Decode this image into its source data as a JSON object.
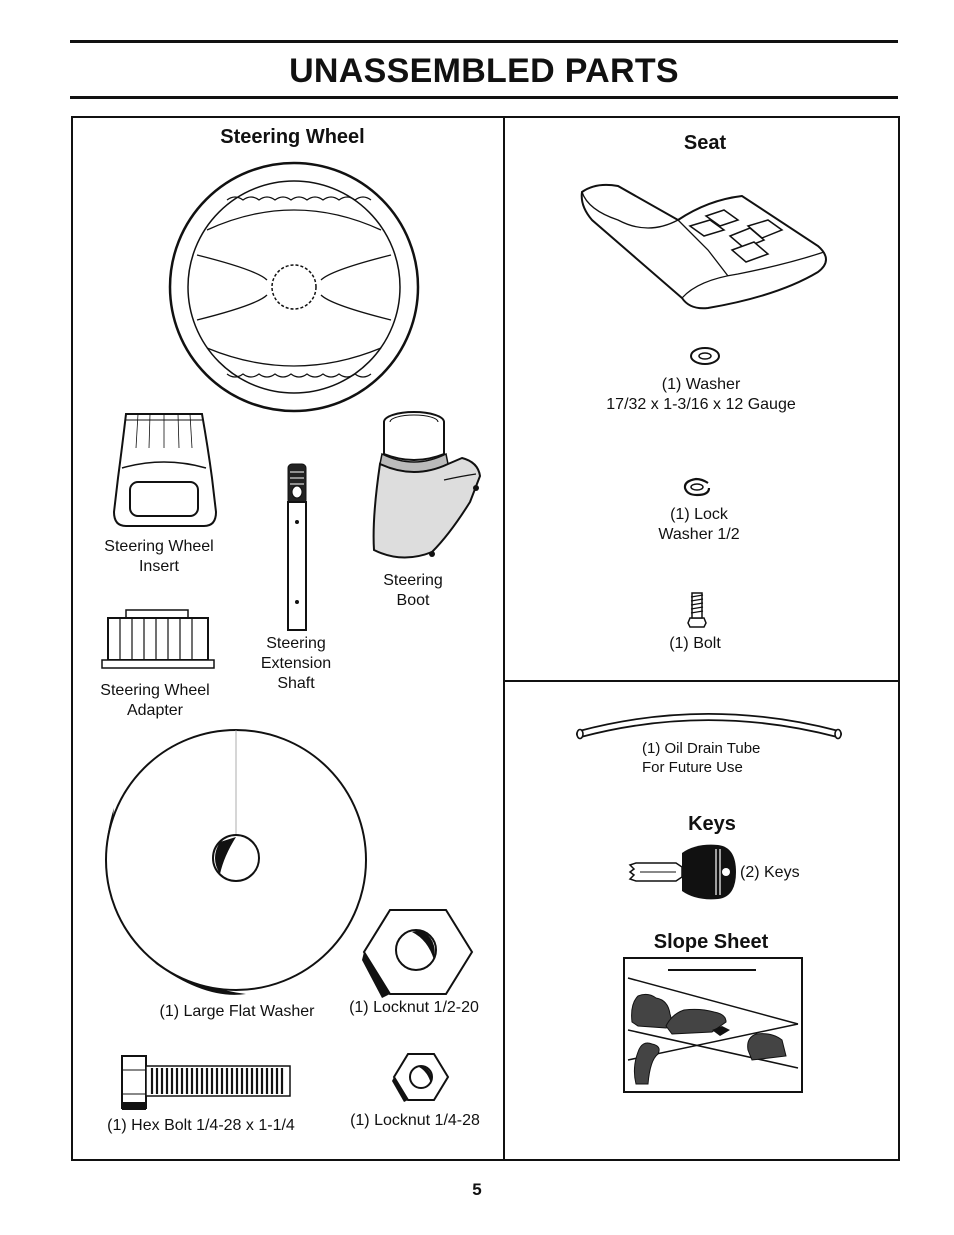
{
  "page": {
    "title": "UNASSEMBLED PARTS",
    "number": "5"
  },
  "steering_section": {
    "heading": "Steering Wheel",
    "insert_label": [
      "Steering Wheel",
      "Insert"
    ],
    "boot_label": [
      "Steering",
      "Boot"
    ],
    "shaft_label": [
      "Steering",
      "Extension",
      "Shaft"
    ],
    "adapter_label": [
      "Steering Wheel",
      "Adapter"
    ],
    "large_washer_label": "(1) Large Flat Washer",
    "locknut_large_label": "(1) Locknut  1/2-20",
    "hex_bolt_label": "(1) Hex Bolt  1/4-28 x 1-1/4",
    "locknut_small_label": "(1) Locknut  1/4-28"
  },
  "seat_section": {
    "heading": "Seat",
    "washer_label": [
      "(1) Washer",
      "17/32 x 1-3/16 x 12 Gauge"
    ],
    "lock_washer_label": [
      "(1) Lock",
      "Washer 1/2"
    ],
    "bolt_label": "(1) Bolt"
  },
  "misc_section": {
    "oil_tube_label": [
      "(1) Oil Drain Tube",
      "For Future Use"
    ],
    "keys_heading": "Keys",
    "keys_label": "(2) Keys",
    "slope_heading": "Slope Sheet"
  },
  "icons": [
    "steering-wheel-illustration",
    "steering-wheel-insert-illustration",
    "steering-extension-shaft-illustration",
    "steering-boot-illustration",
    "steering-wheel-adapter-illustration",
    "large-flat-washer-illustration",
    "locknut-large-illustration",
    "hex-bolt-illustration",
    "locknut-small-illustration",
    "seat-illustration",
    "washer-illustration",
    "lock-washer-illustration",
    "bolt-illustration",
    "oil-drain-tube-illustration",
    "key-illustration",
    "slope-sheet-illustration"
  ]
}
